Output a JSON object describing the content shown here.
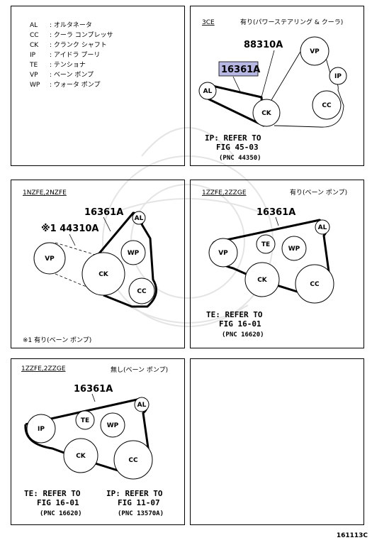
{
  "legend": [
    {
      "abbr": "AL",
      "sep": ":",
      "text": "オルタネータ"
    },
    {
      "abbr": "CC",
      "sep": ":",
      "text": "クーラ コンプレッサ"
    },
    {
      "abbr": "CK",
      "sep": ":",
      "text": "クランク シャフト"
    },
    {
      "abbr": "IP",
      "sep": ":",
      "text": "アイドラ プーリ"
    },
    {
      "abbr": "TE",
      "sep": ":",
      "text": "テンショナ"
    },
    {
      "abbr": "VP",
      "sep": ":",
      "text": "ベーン ポンプ"
    },
    {
      "abbr": "WP",
      "sep": ":",
      "text": "ウォータ ポンプ"
    }
  ],
  "panel_3ce": {
    "engine": "3CE",
    "condition": "有り(パワーステアリング & クーラ)",
    "part_primary": "88310A",
    "part_highlight": "16361A",
    "pulleys": {
      "al": "AL",
      "vp": "VP",
      "ip": "IP",
      "cc": "CC",
      "ck": "CK"
    },
    "ref_label": "IP:",
    "ref_text": "REFER TO",
    "ref_fig": "FIG 45-03",
    "ref_pnc": "(PNC 44350)"
  },
  "panel_1nz": {
    "engine": "1NZFE,2NZFE",
    "part_belt": "16361A",
    "part_alt": "※1 44310A",
    "pulleys": {
      "al": "AL",
      "vp": "VP",
      "wp": "WP",
      "ck": "CK",
      "cc": "CC"
    },
    "footnote": "※1 有り(ベーン ポンプ)"
  },
  "panel_1zz_with": {
    "engine": "1ZZFE,2ZZGE",
    "condition": "有り(ベーン ポンプ)",
    "part_belt": "16361A",
    "pulleys": {
      "al": "AL",
      "vp": "VP",
      "te": "TE",
      "wp": "WP",
      "ck": "CK",
      "cc": "CC"
    },
    "ref_label": "TE:",
    "ref_text": "REFER TO",
    "ref_fig": "FIG 16-01",
    "ref_pnc": "(PNC 16620)"
  },
  "panel_1zz_without": {
    "engine": "1ZZFE,2ZZGE",
    "condition": "無し(ベーン ポンプ)",
    "part_belt": "16361A",
    "pulleys": {
      "al": "AL",
      "ip": "IP",
      "te": "TE",
      "wp": "WP",
      "ck": "CK",
      "cc": "CC"
    },
    "ref1_label": "TE:",
    "ref1_text": "REFER TO",
    "ref1_fig": "FIG 16-01",
    "ref1_pnc": "(PNC 16620)",
    "ref2_label": "IP:",
    "ref2_text": "REFER TO",
    "ref2_fig": "FIG 11-07",
    "ref2_pnc": "(PNC 13570A)"
  },
  "figure_number": "161113C"
}
